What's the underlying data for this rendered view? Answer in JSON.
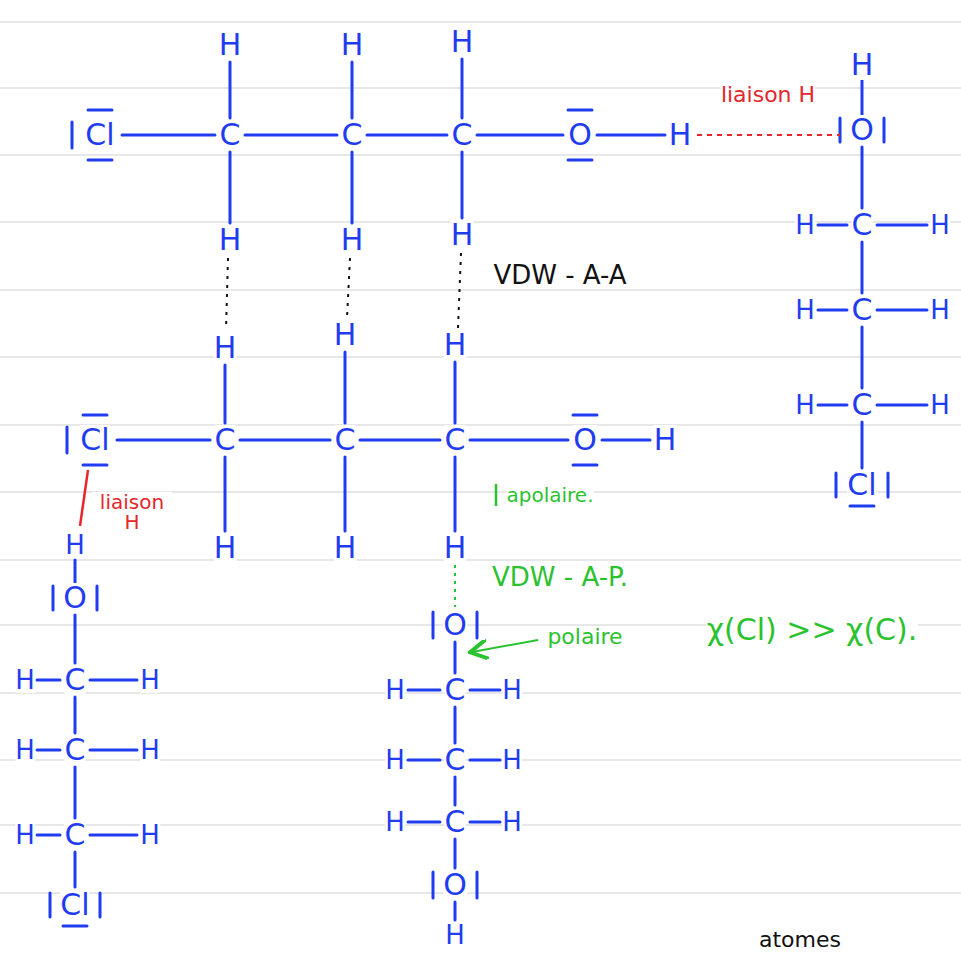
{
  "diagram": {
    "labels": [
      "H",
      "H",
      "H",
      "liaison H",
      "H",
      "Cl",
      "C",
      "C",
      "C",
      "O",
      "H",
      "O",
      "H",
      "H",
      "H",
      "H",
      "C",
      "H",
      "VDW - A-A",
      "H",
      "C",
      "H",
      "H",
      "H",
      "H",
      "H",
      "C",
      "H",
      "Cl",
      "C",
      "C",
      "C",
      "O",
      "H",
      "Cl",
      "apolaire.",
      "liaison H",
      "H",
      "H",
      "H",
      "H",
      "VDW - A-P.",
      "O",
      "O",
      "polaire",
      "χ(Cl) >> χ(C).",
      "H",
      "C",
      "H",
      "H",
      "C",
      "H",
      "H",
      "C",
      "H",
      "H",
      "C",
      "H",
      "H",
      "C",
      "H",
      "H",
      "C",
      "H",
      "O",
      "Cl",
      "H",
      "atomes"
    ]
  }
}
